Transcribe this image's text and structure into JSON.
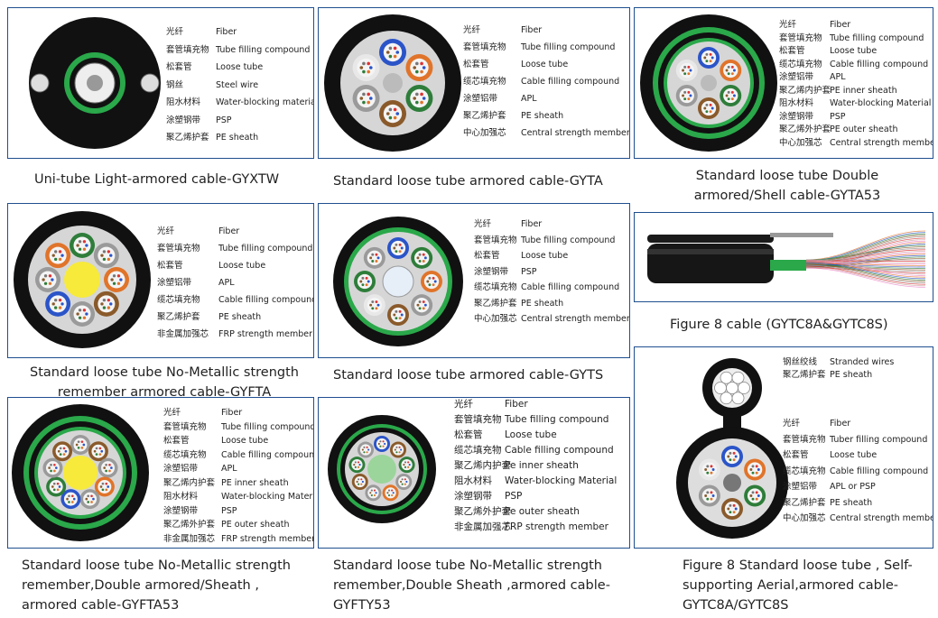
{
  "panels": [
    {
      "id": "gyxtw",
      "caption": "Uni-tube Light-armored cable-GYXTW",
      "labels": [
        {
          "zh": "光纤",
          "en": "Fiber"
        },
        {
          "zh": "套管填充物",
          "en": "Tube filling compound"
        },
        {
          "zh": "松套管",
          "en": "Loose tube"
        },
        {
          "zh": "钢丝",
          "en": "Steel wire"
        },
        {
          "zh": "阻水材料",
          "en": "Water-blocking material"
        },
        {
          "zh": "涂塑钢带",
          "en": "PSP"
        },
        {
          "zh": "聚乙烯护套",
          "en": "PE sheath"
        }
      ]
    },
    {
      "id": "gyta",
      "caption": "Standard loose tube armored cable-GYTA",
      "labels": [
        {
          "zh": "光纤",
          "en": "Fiber"
        },
        {
          "zh": "套管填充物",
          "en": "Tube filling compound"
        },
        {
          "zh": "松套管",
          "en": "Loose tube"
        },
        {
          "zh": "缆芯填充物",
          "en": "Cable filling compound"
        },
        {
          "zh": "涂塑铝带",
          "en": "APL"
        },
        {
          "zh": "聚乙烯护套",
          "en": "PE sheath"
        },
        {
          "zh": "中心加强芯",
          "en": "Central strength member"
        }
      ]
    },
    {
      "id": "gyta53",
      "caption": "Standard loose tube Double armored/Shell cable-GYTA53",
      "labels": [
        {
          "zh": "光纤",
          "en": "Fiber"
        },
        {
          "zh": "套管填充物",
          "en": "Tube filling compound"
        },
        {
          "zh": "松套管",
          "en": "Loose tube"
        },
        {
          "zh": "缆芯填充物",
          "en": "Cable filling compound"
        },
        {
          "zh": "涂塑铝带",
          "en": "APL"
        },
        {
          "zh": "聚乙烯内护套",
          "en": "PE inner sheath"
        },
        {
          "zh": "阻水材料",
          "en": "Water-blocking Material"
        },
        {
          "zh": "涂塑钢带",
          "en": "PSP"
        },
        {
          "zh": "聚乙烯外护套",
          "en": "PE outer sheath"
        },
        {
          "zh": "中心加强芯",
          "en": "Central strength member"
        }
      ]
    },
    {
      "id": "gyfta",
      "caption": "Standard loose tube No-Metallic strength remember armored cable-GYFTA",
      "labels": [
        {
          "zh": "光纤",
          "en": "Fiber"
        },
        {
          "zh": "套管填充物",
          "en": "Tube filling compound"
        },
        {
          "zh": "松套管",
          "en": "Loose tube"
        },
        {
          "zh": "涂塑铝带",
          "en": "APL"
        },
        {
          "zh": "缆芯填充物",
          "en": "Cable filling compound"
        },
        {
          "zh": "聚乙烯护套",
          "en": "PE sheath"
        },
        {
          "zh": "非金属加强芯",
          "en": "FRP strength member"
        }
      ]
    },
    {
      "id": "gyts",
      "caption": "Standard loose tube armored cable-GYTS",
      "labels": [
        {
          "zh": "光纤",
          "en": "Fiber"
        },
        {
          "zh": "套管填充物",
          "en": "Tube filling compound"
        },
        {
          "zh": "松套管",
          "en": "Loose tube"
        },
        {
          "zh": "涂塑钢带",
          "en": "PSP"
        },
        {
          "zh": "缆芯填充物",
          "en": "Cable filling compound"
        },
        {
          "zh": "聚乙烯护套",
          "en": "PE sheath"
        },
        {
          "zh": "中心加强芯",
          "en": "Central strength member"
        }
      ]
    },
    {
      "id": "figure8",
      "caption": "Figure 8 cable (GYTC8A&GYTC8S)"
    },
    {
      "id": "gyfta53",
      "caption": "Standard loose tube No-Metallic strength remember,Double armored/Sheath , armored cable-GYFTA53",
      "labels": [
        {
          "zh": "光纤",
          "en": "Fiber"
        },
        {
          "zh": "套管填充物",
          "en": "Tube filling compound"
        },
        {
          "zh": "松套管",
          "en": "Loose tube"
        },
        {
          "zh": "缆芯填充物",
          "en": "Cable filling compound"
        },
        {
          "zh": "涂塑铝带",
          "en": "APL"
        },
        {
          "zh": "聚乙烯内护套",
          "en": "PE inner sheath"
        },
        {
          "zh": "阻水材料",
          "en": "Water-blocking Material"
        },
        {
          "zh": "涂塑钢带",
          "en": "PSP"
        },
        {
          "zh": "聚乙烯外护套",
          "en": "PE outer sheath"
        },
        {
          "zh": "非金属加强芯",
          "en": "FRP strength member"
        }
      ]
    },
    {
      "id": "gyfty53",
      "caption": "Standard loose tube No-Metallic strength remember,Double Sheath ,armored cable-GYFTY53",
      "labels": [
        {
          "zh": "光纤",
          "en": "Fiber"
        },
        {
          "zh": "套管填充物",
          "en": "Tube filling compound"
        },
        {
          "zh": "松套管",
          "en": "Loose tube"
        },
        {
          "zh": "缆芯填充物",
          "en": "Cable filling compound"
        },
        {
          "zh": "聚乙烯内护套",
          "en": "Pe inner sheath"
        },
        {
          "zh": "阻水材料",
          "en": "Water-blocking Material"
        },
        {
          "zh": "涂塑钢带",
          "en": "PSP"
        },
        {
          "zh": "聚乙烯外护套",
          "en": "Pe outer sheath"
        },
        {
          "zh": "非金属加强芯",
          "en": "FRP strength member"
        }
      ]
    },
    {
      "id": "gytc8a",
      "caption": "Figure 8 Standard loose tube , Self-supporting Aerial,armored cable-GYTC8A/GYTC8S",
      "labels_top": [
        {
          "zh": "钢丝绞线",
          "en": "Stranded wires"
        },
        {
          "zh": "聚乙烯护套",
          "en": "PE sheath"
        }
      ],
      "labels": [
        {
          "zh": "光纤",
          "en": "Fiber"
        },
        {
          "zh": "套管填充物",
          "en": "Tuber filling compound"
        },
        {
          "zh": "松套管",
          "en": "Loose tube"
        },
        {
          "zh": "缆芯填充物",
          "en": "Cable filling compound"
        },
        {
          "zh": "涂塑铝带",
          "en": "APL or PSP"
        },
        {
          "zh": "聚乙烯护套",
          "en": "PE sheath"
        },
        {
          "zh": "中心加强芯",
          "en": "Central strength member"
        }
      ]
    }
  ],
  "colors": {
    "border": "#1f4f8f",
    "sheath": "#111111",
    "armor_green": "#2aa84a",
    "tube_blue": "#2b54c8",
    "tube_orange": "#e0742a",
    "tube_green": "#2e7d3a",
    "tube_brown": "#8a5a2b",
    "tube_gray": "#9a9a9a",
    "tube_white": "#e8e8e8",
    "frp_yellow": "#f7ea3a"
  }
}
